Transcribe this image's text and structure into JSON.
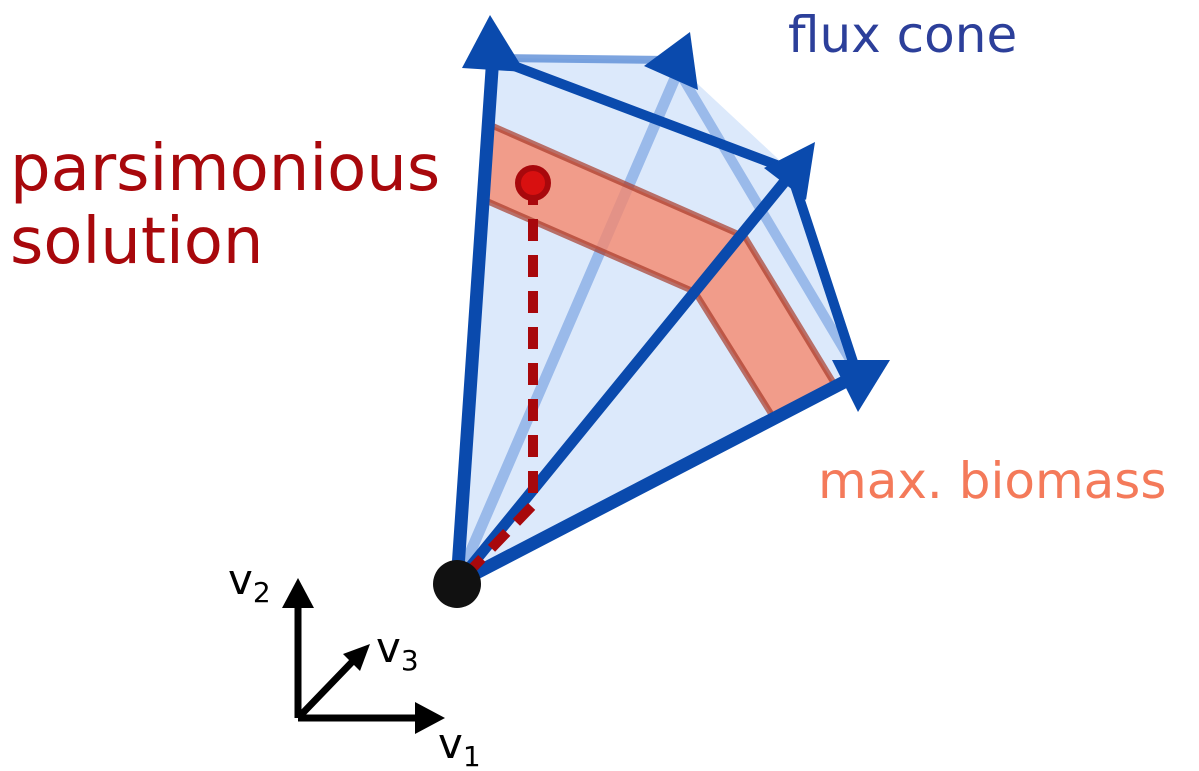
{
  "labels": {
    "flux_cone": "flux cone",
    "parsimonious_line1": "parsimonious",
    "parsimonious_line2": "solution",
    "max_biomass": "max. biomass",
    "axis_v1": "v",
    "axis_v1_sub": "1",
    "axis_v2": "v",
    "axis_v2_sub": "2",
    "axis_v3": "v",
    "axis_v3_sub": "3"
  },
  "colors": {
    "cone_fill": "#dce9fb",
    "cone_edge": "#0a4aad",
    "cone_edge_back": "#8fb2e8",
    "band_fill": "#f7866a",
    "band_edge": "#a83a2a",
    "parsimonious": "#a8080c",
    "parsimonious_point": "#d81010",
    "flux_cone_text": "#2c3f9a",
    "max_biomass_text": "#f47a5a",
    "axes": "#000000",
    "origin": "#111111"
  },
  "icons": {
    "origin": "origin-dot-icon",
    "arrowhead": "triangle-arrowhead-icon"
  }
}
